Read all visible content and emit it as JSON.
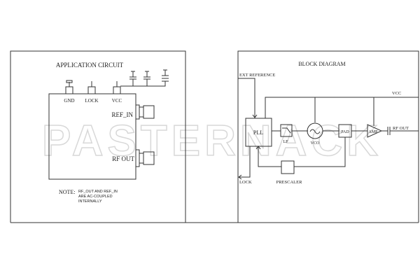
{
  "watermark": "PASTERNACK",
  "application": {
    "title": "APPLICATION CIRCUIT",
    "pins": [
      "GND",
      "LOCK",
      "VCC"
    ],
    "ref_in": "REF_IN",
    "rf_out": "RF OUT",
    "note_label": "NOTE:",
    "note_lines": [
      "RF_OUT AND REF_IN",
      "ARE AC-COUPLED",
      "INTERNALLY"
    ]
  },
  "block": {
    "title": "BLOCK DIAGRAM",
    "ext_ref": "EXT REFERENCE",
    "vcc": "VCC",
    "pll": "PLL",
    "lf": "LF",
    "vco": "VCO",
    "pad": "PAD",
    "amp": "AMP",
    "rf_out": "RF OUT",
    "lock": "LOCK",
    "prescaler": "PRESCALER"
  },
  "colors": {
    "line": "#333333",
    "watermark": "#d8d8d8"
  }
}
